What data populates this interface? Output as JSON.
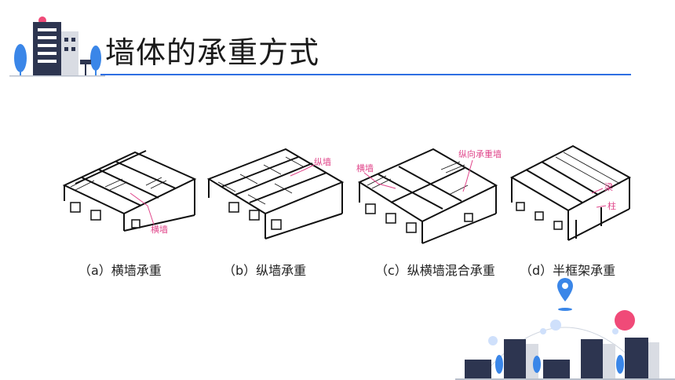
{
  "title": "墙体的承重方式",
  "figures": [
    {
      "caption": "（a）横墙承重",
      "annotations": [
        "横墙"
      ]
    },
    {
      "caption": "（b）纵墙承重",
      "annotations": [
        "纵墙"
      ]
    },
    {
      "caption": "（c）纵横墙混合承重",
      "annotations": [
        "横墙",
        "纵向承重墙"
      ]
    },
    {
      "caption": "（d）半框架承重",
      "annotations": [
        "梁",
        "柱"
      ]
    }
  ],
  "colors": {
    "accent": "#2f6fe3",
    "annotation": "#e0458a",
    "pin": "#3a86e8",
    "pink_circle": "#f04a78"
  }
}
